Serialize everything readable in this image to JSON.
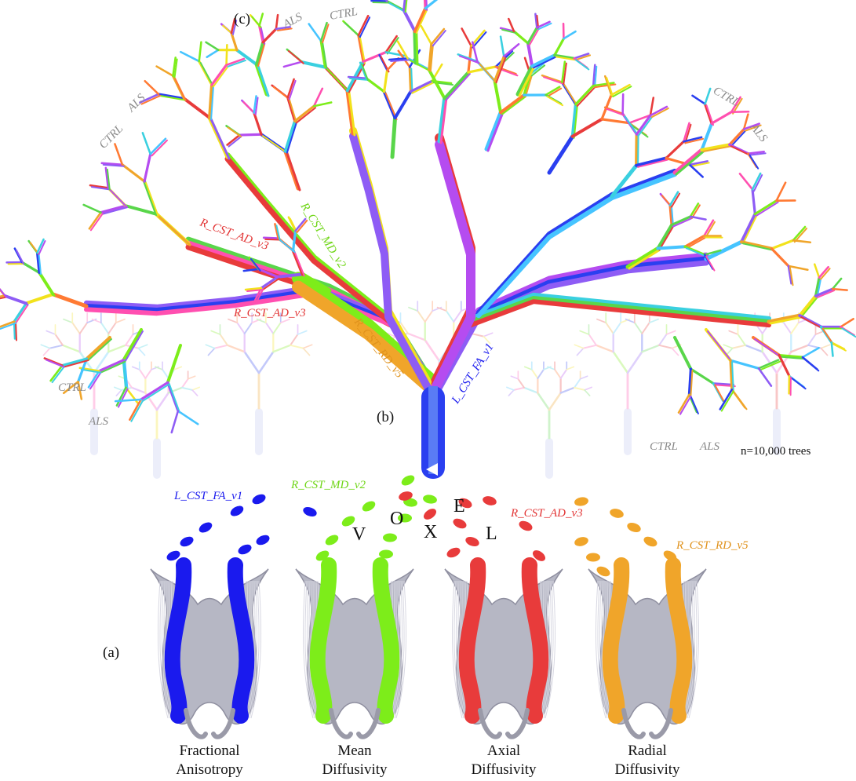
{
  "panel_labels": {
    "a": "(a)",
    "b": "(b)",
    "c": "(c)"
  },
  "group_labels": {
    "ctrl": "CTRL",
    "als": "ALS"
  },
  "tree_count": "n=10,000 trees",
  "feature_labels": {
    "fa_v1": "L_CST_FA_v1",
    "md_v2": "R_CST_MD_v2",
    "ad_v3": "R_CST_AD_v3",
    "rd_v5": "R_CST_RD_v5"
  },
  "voxel_letters": {
    "v": "V",
    "o": "O",
    "x": "X",
    "e": "E",
    "l": "L"
  },
  "tracts": [
    {
      "line1": "Fractional",
      "line2": "Anisotropy",
      "color": "#1a1aee"
    },
    {
      "line1": "Mean",
      "line2": "Diffusivity",
      "color": "#7ded1a"
    },
    {
      "line1": "Axial",
      "line2": "Diffusivity",
      "color": "#e83b3b"
    },
    {
      "line1": "Radial",
      "line2": "Diffusivity",
      "color": "#f0a52a"
    }
  ],
  "colors": {
    "fa": "#1a1aee",
    "md": "#7ded1a",
    "ad": "#e83b3b",
    "rd": "#f0a52a",
    "gray_label": "#8a8a8a"
  }
}
